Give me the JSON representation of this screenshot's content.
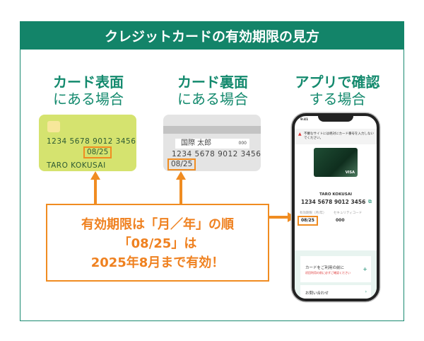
{
  "title": "クレジットカードの有効期限の見方",
  "columns": [
    {
      "line1": "カード表面",
      "line2": "にある場合"
    },
    {
      "line1": "カード裏面",
      "line2": "にある場合"
    },
    {
      "line1": "アプリで確認",
      "line2": "する場合"
    }
  ],
  "front_card": {
    "number": "1234 5678 9012 3456",
    "expiry": "08/25",
    "name": "TARO KOKUSAI"
  },
  "back_card": {
    "name": "国際 太郎",
    "cvv": "000",
    "number": "1234 5678 9012 3456",
    "expiry": "08/25"
  },
  "message": {
    "line1": "有効期限は「月／年」の順",
    "line2": "「08/25」は",
    "line3": "2025年8月まで有効！"
  },
  "app": {
    "time": "9:41",
    "warning": "不審なサイトには絶対にカード番号を入力しないでください。",
    "card_brand": "VISA",
    "name": "TARO KOKUSAI",
    "number": "1234 5678 9012 3456",
    "expiry_label": "有効期限（月/年）",
    "expiry": "08/25",
    "security_label": "セキュリティコード",
    "security_code": "000",
    "before_use": "カードをご利用の前に",
    "before_use_note": "初回利用の前に必ずご確認ください",
    "contact": "お問い合わせ"
  },
  "colors": {
    "green": "#138469",
    "orange": "#f08c21"
  }
}
